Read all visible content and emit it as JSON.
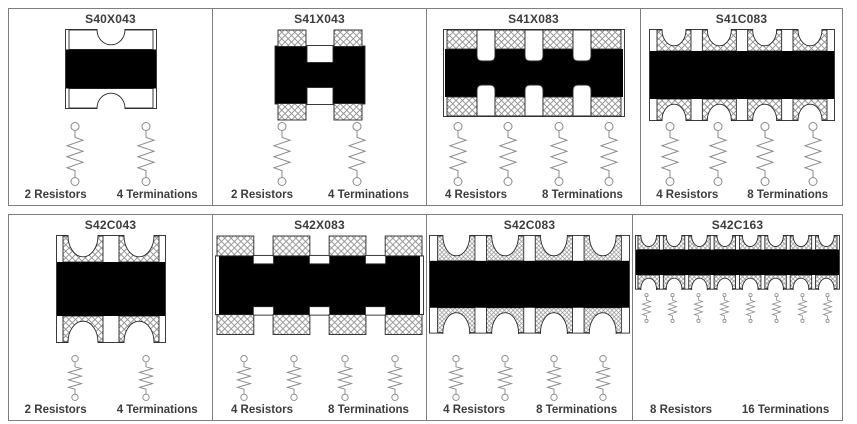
{
  "figure": {
    "colors": {
      "panel_border": "#7f7f7f",
      "outline": "#262626",
      "body_fill": "#000000",
      "hatch": "#8f8f8f",
      "resistor": "#8a8a8a",
      "text": "#3d3d3d",
      "background": "#ffffff"
    },
    "panels": [
      {
        "title": "S40X043",
        "package_style": "x-notch-2",
        "resistor_count": 2,
        "resistor_size": "large",
        "resistors_label": "2 Resistors",
        "terminations_label": "4 Terminations"
      },
      {
        "title": "S41X043",
        "package_style": "h-2",
        "resistor_count": 2,
        "resistor_size": "large",
        "resistors_label": "2 Resistors",
        "terminations_label": "4 Terminations"
      },
      {
        "title": "S41X083",
        "package_style": "castellated-4",
        "resistor_count": 4,
        "resistor_size": "large",
        "resistors_label": "4 Resistors",
        "terminations_label": "8 Terminations"
      },
      {
        "title": "S41C083",
        "package_style": "scalloped-4",
        "resistor_count": 4,
        "resistor_size": "large",
        "resistors_label": "4 Resistors",
        "terminations_label": "8 Terminations"
      },
      {
        "title": "S42C043",
        "package_style": "scalloped-2",
        "resistor_count": 2,
        "resistor_size": "medium",
        "resistors_label": "2 Resistors",
        "terminations_label": "4 Terminations"
      },
      {
        "title": "S42X083",
        "package_style": "castellated-wide-4",
        "resistor_count": 4,
        "resistor_size": "medium",
        "resistors_label": "4 Resistors",
        "terminations_label": "8 Terminations"
      },
      {
        "title": "S42C083",
        "package_style": "scalloped-wide-4",
        "resistor_count": 4,
        "resistor_size": "medium",
        "resistors_label": "4 Resistors",
        "terminations_label": "8 Terminations"
      },
      {
        "title": "S42C163",
        "package_style": "scalloped-16",
        "resistor_count": 8,
        "resistor_size": "small",
        "resistors_label": "8 Resistors",
        "terminations_label": "16 Terminations"
      }
    ]
  }
}
